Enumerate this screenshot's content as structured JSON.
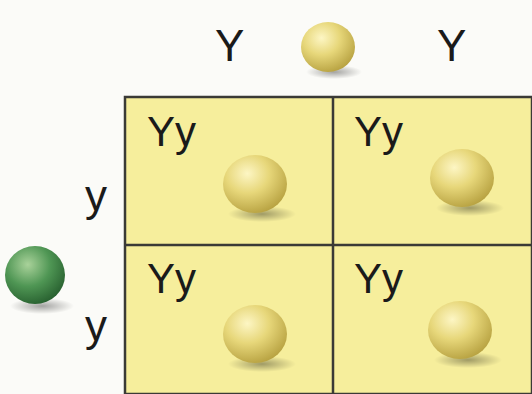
{
  "diagram": {
    "nodes": [
      {
        "text": [
          "Yy"
        ]
      },
      {
        "text": [
          "Yy"
        ]
      },
      {
        "text": [
          "Yy"
        ]
      },
      {
        "text": [
          "Yy"
        ]
      }
    ],
    "labels": [
      "Y",
      "Y",
      "y",
      "y"
    ]
  }
}
